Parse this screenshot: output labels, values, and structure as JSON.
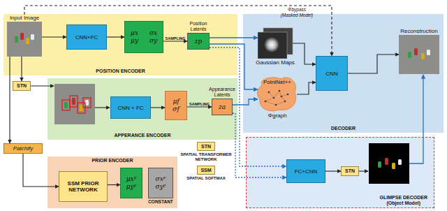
{
  "diagram": {
    "nodes": [
      {
        "text": [
          "POSITION ENCODER"
        ]
      },
      {
        "text": [
          "Input Image"
        ],
        "in": 0
      },
      {
        "text": [
          "CNN+FC"
        ],
        "in": 0
      },
      {
        "text": [
          "μx",
          "σx",
          "μy",
          "σy"
        ],
        "in": 0
      },
      {
        "text": [
          "Position Latents",
          "zp"
        ],
        "in": 0
      },
      {
        "text": [
          "APPERANCE ENCODER"
        ]
      },
      {
        "text": [
          "STN"
        ]
      },
      {
        "text": [
          "CNN + FC"
        ],
        "in": 5
      },
      {
        "text": [
          "μf",
          "σf"
        ],
        "in": 5
      },
      {
        "text": [
          "Appearance Latents",
          "za"
        ],
        "in": 5
      },
      {
        "text": [
          "PRIOR ENCODER"
        ]
      },
      {
        "text": [
          "Patchify"
        ]
      },
      {
        "text": [
          "SSM PRIOR NETWORK"
        ],
        "in": 10
      },
      {
        "text": [
          "μxᵖ",
          "μyᵖ"
        ],
        "in": 10
      },
      {
        "text": [
          "σxᵖ",
          "σyᵖ",
          "CONSTANT"
        ],
        "in": 10
      },
      {
        "text": [
          "DECODER"
        ]
      },
      {
        "text": [
          "Gaussian Maps"
        ],
        "in": 15
      },
      {
        "text": [
          "PointNet++",
          "Φgraph"
        ],
        "in": 15
      },
      {
        "text": [
          "CNN"
        ],
        "in": 15
      },
      {
        "text": [
          "Reconstruction"
        ],
        "in": 15
      },
      {
        "text": [
          "GLIMPSE DECODER",
          "(Object Model)"
        ]
      },
      {
        "text": [
          "FC+CNN"
        ],
        "in": 20
      },
      {
        "text": [
          "STN"
        ],
        "in": 20
      }
    ],
    "edges": [
      {
        "from": 1,
        "to": 2,
        "arrow": "to"
      },
      {
        "from": 2,
        "to": 3,
        "arrow": "to"
      },
      {
        "from": 3,
        "to": 4,
        "label": "SAMPLING",
        "arrow": "to"
      },
      {
        "from": 1,
        "to": 6,
        "arrow": "to"
      },
      {
        "from": 1,
        "to": 11,
        "arrow": "to"
      },
      {
        "from": 7,
        "to": 8,
        "arrow": "to"
      },
      {
        "from": 8,
        "to": 9,
        "label": "SAMPLING",
        "arrow": "to"
      },
      {
        "from": 11,
        "to": 12,
        "arrow": "to"
      },
      {
        "from": 12,
        "to": 13,
        "arrow": "to"
      },
      {
        "from": 4,
        "to": 16,
        "arrow": "to"
      },
      {
        "from": 4,
        "to": 17,
        "arrow": "to"
      },
      {
        "from": 9,
        "to": 17,
        "arrow": "to"
      },
      {
        "from": 1,
        "to": 18,
        "label": "Φbypass (Masked Model)",
        "arrow": "to"
      },
      {
        "from": 16,
        "to": 18,
        "arrow": "to"
      },
      {
        "from": 17,
        "to": 18,
        "arrow": "to"
      },
      {
        "from": 18,
        "to": 19,
        "arrow": "to"
      },
      {
        "from": 4,
        "to": 21,
        "arrow": "to"
      },
      {
        "from": 9,
        "to": 21,
        "arrow": "to"
      },
      {
        "from": 21,
        "to": 22,
        "arrow": "to"
      }
    ],
    "labels": [
      "STN",
      "SSM"
    ],
    "legend": [
      {
        "text": "SPATIAL TRANSFORMER NETWORK",
        "color": "#fde38c"
      },
      {
        "text": "SPATIAL SOFTMAX",
        "color": "#fde38c"
      }
    ]
  }
}
